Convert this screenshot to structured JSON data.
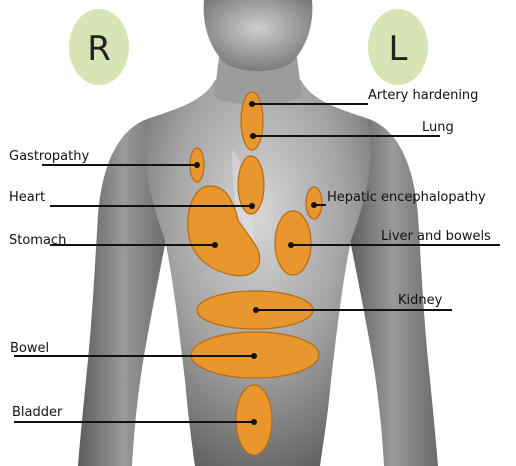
{
  "side_markers": {
    "right": "R",
    "left": "L"
  },
  "labels": {
    "artery": "Artery hardening",
    "lung": "Lung",
    "gastropathy": "Gastropathy",
    "heart": "Heart",
    "hepatic": "Hepatic encephalopathy",
    "stomach": "Stomach",
    "liver": "Liver and bowels",
    "kidney": "Kidney",
    "bowel": "Bowel",
    "bladder": "Bladder"
  },
  "colors": {
    "organ_fill": "#E8962E",
    "organ_stroke": "#B86A14",
    "marker_fill": "#D9E4B4",
    "body_shade": "#7A7A7A",
    "leader_line": "#111111"
  }
}
